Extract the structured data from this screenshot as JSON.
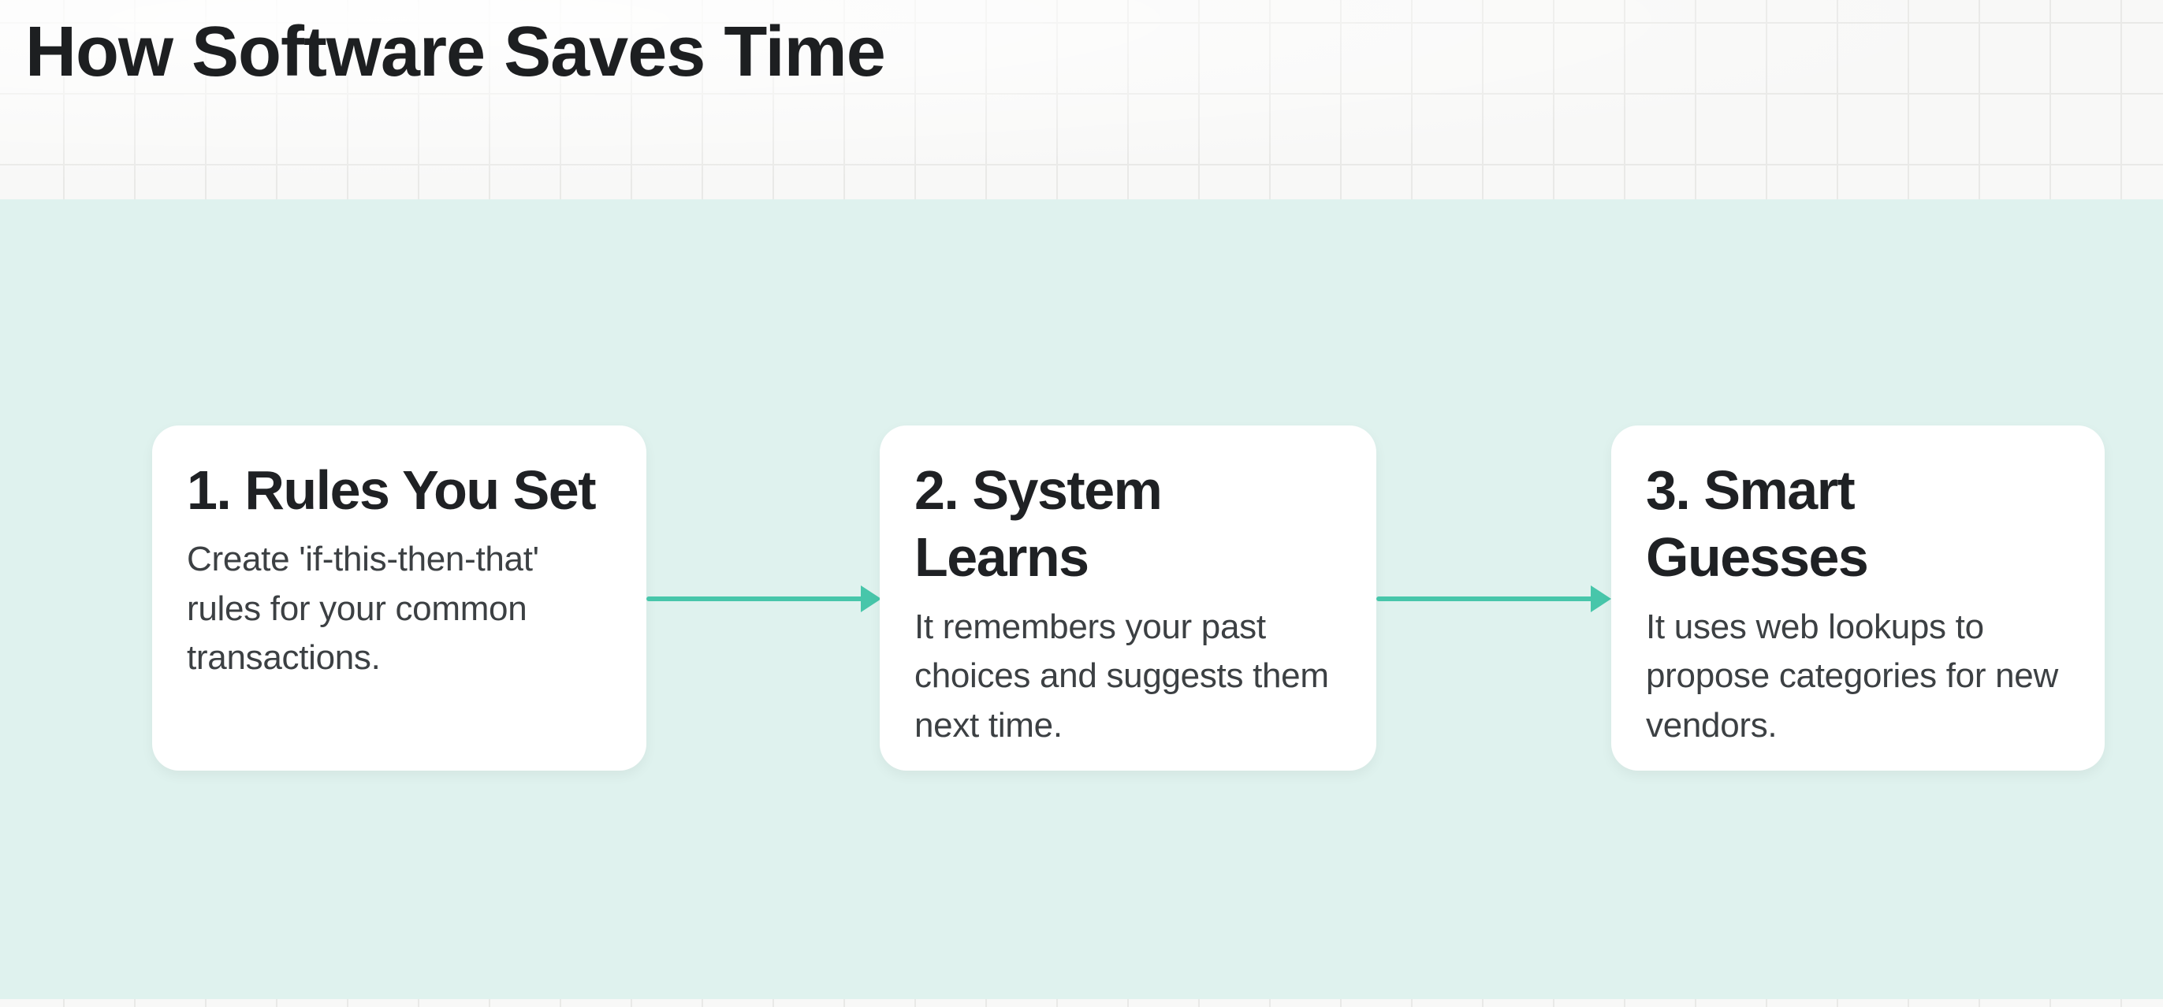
{
  "page": {
    "title": "How Software Saves Time"
  },
  "theme": {
    "colors": {
      "canvas_bg": "#f8f8f7",
      "grid_line": "#e9e9e7",
      "mint_bg": "#dff2ee",
      "card_bg": "#ffffff",
      "accent_teal": "#47c6aa",
      "title_color": "#1d1f21",
      "heading_color": "#1f2124",
      "body_color": "#3c4043"
    }
  },
  "flow": {
    "steps": [
      {
        "heading": "1. Rules You Set",
        "body": "Create 'if-this-then-that' rules for your common transactions."
      },
      {
        "heading": "2. System Learns",
        "body": "It remembers your past choices and suggests them next time."
      },
      {
        "heading": "3. Smart Guesses",
        "body": "It uses web lookups to propose categories for new vendors."
      }
    ],
    "connectors": [
      {
        "icon": "arrow-right-icon"
      },
      {
        "icon": "arrow-right-icon"
      }
    ]
  }
}
